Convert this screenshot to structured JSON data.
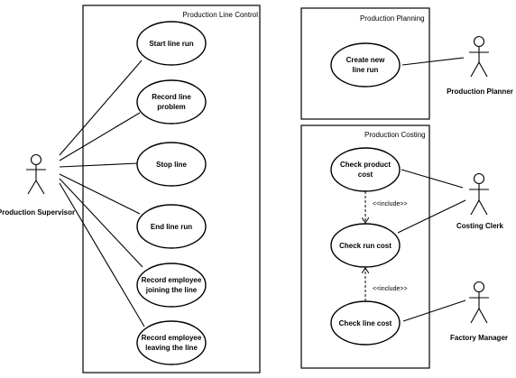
{
  "diagram": {
    "systems": {
      "production_line_control": "Production Line Control",
      "production_planning": "Production Planning",
      "production_costing": "Production Costing"
    },
    "use_cases": {
      "start_line_run": [
        "Start line run"
      ],
      "record_line_problem": [
        "Record line",
        "problem"
      ],
      "stop_line": [
        "Stop line"
      ],
      "end_line_run": [
        "End line run"
      ],
      "record_employee_joining": [
        "Record employee",
        "joining the line"
      ],
      "record_employee_leaving": [
        "Record employee",
        "leaving the line"
      ],
      "create_new_line_run": [
        "Create new",
        "line run"
      ],
      "check_product_cost": [
        "Check product",
        "cost"
      ],
      "check_run_cost": [
        "Check run cost"
      ],
      "check_line_cost": [
        "Check line cost"
      ]
    },
    "actors": {
      "production_supervisor": "Production Supervisor",
      "production_planner": "Production Planner",
      "costing_clerk": "Costing Clerk",
      "factory_manager": "Factory Manager"
    },
    "stereotypes": {
      "include_1": "<<include>>",
      "include_2": "<<include>>"
    }
  }
}
